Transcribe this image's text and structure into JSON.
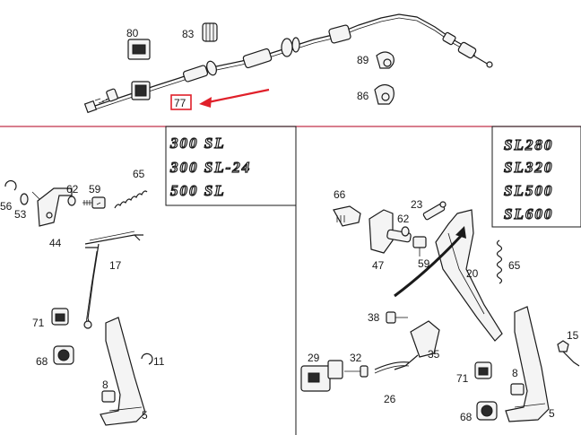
{
  "diagram": {
    "callout_colors": {
      "highlight": "#e0202a",
      "ink": "#1a1a1a"
    },
    "top_labels": {
      "p80": "80",
      "p83": "83",
      "p89": "89",
      "p86": "86",
      "p77": "77"
    },
    "left_labels": {
      "p56": "56",
      "p53": "53",
      "p44": "44",
      "p62": "62",
      "p59": "59",
      "p65": "65",
      "p17": "17",
      "p71": "71",
      "p68": "68",
      "p11": "11",
      "p8": "8",
      "p5": "5"
    },
    "right_labels": {
      "p66": "66",
      "p23": "23",
      "p62": "62",
      "p47": "47",
      "p59": "59",
      "p20": "20",
      "p65": "65",
      "p38": "38",
      "p29": "29",
      "p32": "32",
      "p35": "35",
      "p26": "26",
      "p71": "71",
      "p8": "8",
      "p68": "68",
      "p5": "5",
      "p15": "15"
    },
    "emblems_left": [
      "300 SL",
      "300 SL-24",
      "500 SL"
    ],
    "emblems_right": [
      "SL280",
      "SL320",
      "SL500",
      "SL600"
    ]
  }
}
